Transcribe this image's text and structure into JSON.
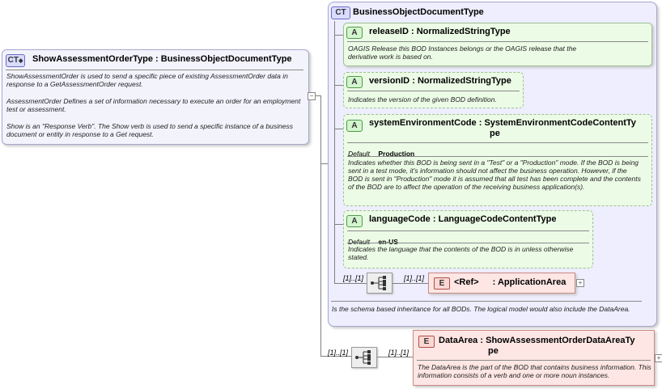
{
  "show_type": {
    "badge": "CT",
    "name": "ShowAssessmentOrderType",
    "sep": ":",
    "base": "BusinessObjectDocumentType",
    "doc1": "ShowAssessmentOrder is used to send a specific piece of existing AssessmentOrder data in response to a GetAssessmentOrder request.",
    "doc2": "AssessmentOrder  Defines a set of information necessary to execute an order for an employment test or assessment.",
    "doc3": "Show is an \"Response Verb\". The Show verb is used to send a specific instance of a business document or entity in response to a Get request.",
    "collapse": "−"
  },
  "bod_type": {
    "badge": "CT",
    "name": "BusinessObjectDocumentType",
    "doc": "Is the schema based inheritance for all BODs. The logical model would also include the DataArea."
  },
  "attributes": [
    {
      "badge": "A",
      "name": "releaseID",
      "sep": ":",
      "type": "NormalizedStringType",
      "doc": "OAGIS Release this BOD Instances belongs or the OAGIS release that the derivative work is based on."
    },
    {
      "badge": "A",
      "name": "versionID",
      "sep": ":",
      "type": "NormalizedStringType",
      "doc": "Indicates the version of the given BOD definition."
    },
    {
      "badge": "A",
      "name": "systemEnvironmentCode",
      "sep": ":",
      "type_line1": "SystemEnvironmentCodeContentTy",
      "type_line2": "pe",
      "default_label": "Default",
      "default_value": "Production",
      "doc": "Indicates whether this BOD is being sent in a \"Test\" or a \"Production\" mode. If the BOD is being sent in a test mode, it's information should not affect the business operation. However, if the BOD is sent in \"Production\" mode it is assumed that all test has been complete and the contents of the BOD are to affect the operation of the receiving business application(s)."
    },
    {
      "badge": "A",
      "name": "languageCode",
      "sep": ":",
      "type": "LanguageCodeContentType",
      "default_label": "Default",
      "default_value": "en-US",
      "doc": "Indicates the language that the contents of the BOD is in unless otherwise stated."
    }
  ],
  "application_area": {
    "mult_seq": "[1]..[1]",
    "mult_elem": "[1]..[1]",
    "badge": "E",
    "name": "<Ref>",
    "sep": ":",
    "type": "ApplicationArea",
    "expand": "+"
  },
  "data_area": {
    "mult_seq": "[1]..[1]",
    "mult_elem": "[1]..[1]",
    "badge": "E",
    "name": "DataArea",
    "sep": ":",
    "type_line1": "ShowAssessmentOrderDataAreaTy",
    "type_line2": "pe",
    "doc": "The DataArea is the part of the BOD that contains business information. This information consists of a verb and one or more noun instances.",
    "expand": "+"
  },
  "colors": {
    "ct_fill": "#eeeeff",
    "attr_fill": "#ecfbe6",
    "elem_fill": "#fde6e3",
    "line": "#808080"
  }
}
